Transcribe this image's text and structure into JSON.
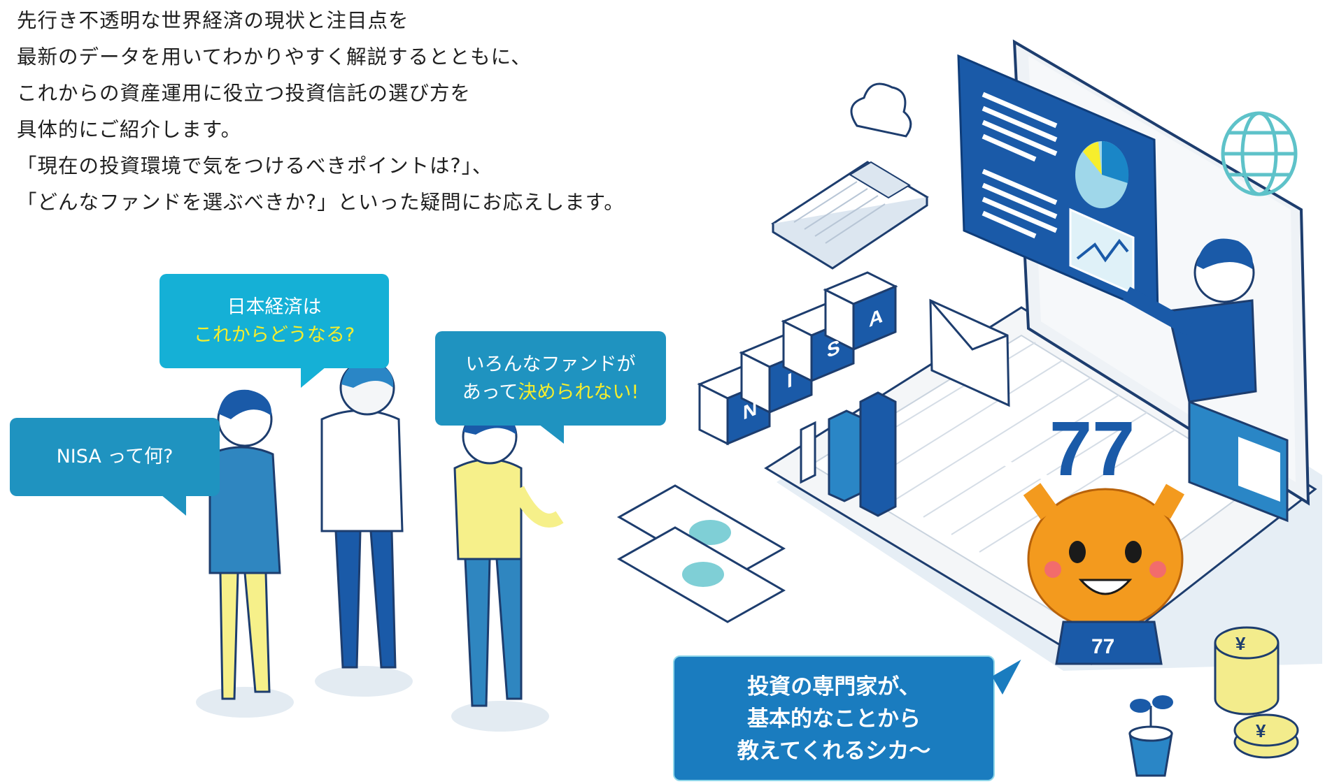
{
  "intro": {
    "lines": [
      "先行き不透明な世界経済の現状と注目点を",
      "最新のデータを用いてわかりやすく解説するとともに、",
      "これからの資産運用に役立つ投資信託の選び方を",
      "具体的にご紹介します。",
      "「現在の投資環境で気をつけるべきポイントは?」、",
      "「どんなファンドを選ぶべきか?」といった疑問にお応えします。"
    ]
  },
  "bubbles": {
    "nisa": {
      "line1": "NISA って何?"
    },
    "economy": {
      "line1": "日本経済は",
      "line2": "これからどうなる?"
    },
    "funds": {
      "line1": "いろんなファンドが",
      "line2a": "あって",
      "line2b": "決められない!"
    },
    "expert": {
      "line1": "投資の専門家が、",
      "line2": "基本的なことから",
      "line3": "教えてくれるシカ〜"
    }
  },
  "blocks": [
    "N",
    "I",
    "S",
    "A"
  ],
  "mascot": {
    "horns": "77",
    "shirt": "77"
  },
  "colors": {
    "navy": "#1a5aa8",
    "cyan": "#15a9cf",
    "teal": "#1f8fb8",
    "highlight": "#f7ee2c",
    "mascot": "#f39a1e"
  },
  "icons": [
    "cloud-icon",
    "calculator-icon",
    "globe-icon",
    "envelope-icon",
    "yen-coin-icon",
    "plant-icon",
    "banknote-icon"
  ]
}
